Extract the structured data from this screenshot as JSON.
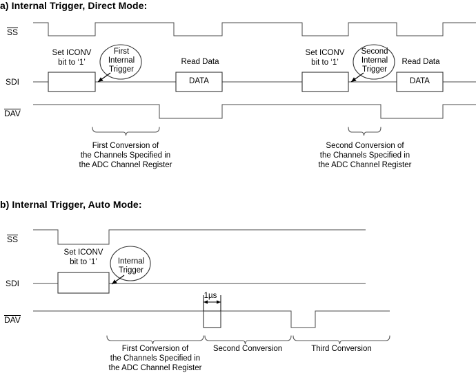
{
  "figure": {
    "background": "#ffffff",
    "line_color": "#000000",
    "trace_color": "#555555"
  },
  "sections": [
    {
      "id": "a",
      "title": "a) Internal Trigger, Direct Mode:",
      "signals": [
        {
          "name": "SS",
          "overline": true,
          "label": "SS"
        },
        {
          "name": "SDI",
          "overline": false,
          "label": "SDI"
        },
        {
          "name": "DAV",
          "overline": true,
          "label": "DAV"
        }
      ],
      "annotations": [
        {
          "name": "set-iconv-1",
          "line1": "Set ICONV",
          "line2": "bit to ‘1’"
        },
        {
          "name": "first-internal-trigger",
          "line1": "First",
          "line2": "Internal",
          "line3": "Trigger"
        },
        {
          "name": "read-data-1",
          "text": "Read Data"
        },
        {
          "name": "set-iconv-2",
          "line1": "Set ICONV",
          "line2": "bit to ‘1’"
        },
        {
          "name": "second-internal-trigger",
          "line1": "Second",
          "line2": "Internal",
          "line3": "Trigger"
        },
        {
          "name": "read-data-2",
          "text": "Read Data"
        }
      ],
      "data_boxes": [
        {
          "name": "sdi-data-box-1",
          "text": "DATA"
        },
        {
          "name": "sdi-data-box-2",
          "text": "DATA"
        }
      ],
      "brace_captions": [
        {
          "name": "first-conversion-caption",
          "lines": [
            "First Conversion of",
            "the Channels Specified in",
            "the ADC Channel Register"
          ]
        },
        {
          "name": "second-conversion-caption",
          "lines": [
            "Second Conversion of",
            "the Channels Specified in",
            "the ADC Channel Register"
          ]
        }
      ]
    },
    {
      "id": "b",
      "title": "b) Internal Trigger, Auto Mode:",
      "signals": [
        {
          "name": "SS",
          "overline": true,
          "label": "SS"
        },
        {
          "name": "SDI",
          "overline": false,
          "label": "SDI"
        },
        {
          "name": "DAV",
          "overline": true,
          "label": "DAV"
        }
      ],
      "annotations": [
        {
          "name": "set-iconv-1",
          "line1": "Set ICONV",
          "line2": "bit to ‘1’"
        },
        {
          "name": "internal-trigger",
          "line1": "Internal",
          "line2": "Trigger"
        }
      ],
      "measurement": {
        "name": "pulse-width-dimension",
        "text": "1µs"
      },
      "brace_captions": [
        {
          "name": "first-conversion-caption",
          "lines": [
            "First Conversion of",
            "the Channels Specified in",
            "the ADC Channel Register"
          ]
        },
        {
          "name": "second-conversion-caption",
          "lines": [
            "Second Conversion"
          ]
        },
        {
          "name": "third-conversion-caption",
          "lines": [
            "Third Conversion"
          ]
        }
      ]
    }
  ],
  "chart_data": {
    "type": "timing-diagram",
    "title": "Internal Trigger Timing Diagrams",
    "panels": [
      {
        "id": "a",
        "title": "a) Internal Trigger, Direct Mode:",
        "x_range": [
          48,
          690
        ],
        "waveforms": [
          {
            "name": "SS",
            "active_low": true,
            "baseline_y": 52,
            "high_y": 33,
            "segments": [
              {
                "level": "high",
                "x0": 48,
                "x1": 70
              },
              {
                "level": "low",
                "x0": 70,
                "x1": 138
              },
              {
                "level": "high",
                "x0": 138,
                "x1": 252
              },
              {
                "level": "low",
                "x0": 252,
                "x1": 322
              },
              {
                "level": "high",
                "x0": 322,
                "x1": 438
              },
              {
                "level": "low",
                "x0": 438,
                "x1": 505
              },
              {
                "level": "high",
                "x0": 505,
                "x1": 575
              },
              {
                "level": "low",
                "x0": 575,
                "x1": 642
              },
              {
                "level": "high",
                "x0": 642,
                "x1": 690
              }
            ]
          },
          {
            "name": "SDI",
            "active_low": false,
            "baseline_y": 119,
            "pulse_top_y": 105,
            "pulse_bottom_y": 133,
            "boxes": [
              {
                "x0": 70,
                "x1": 138,
                "label": ""
              },
              {
                "x0": 255,
                "x1": 322,
                "label": "DATA"
              },
              {
                "x0": 438,
                "x1": 505,
                "label": ""
              },
              {
                "x0": 575,
                "x1": 642,
                "label": "DATA"
              }
            ]
          },
          {
            "name": "DAV",
            "active_low": true,
            "baseline_y": 152,
            "low_y": 172,
            "segments": [
              {
                "level": "high",
                "x0": 48,
                "x1": 231
              },
              {
                "level": "low",
                "x0": 231,
                "x1": 322
              },
              {
                "level": "high",
                "x0": 322,
                "x1": 552
              },
              {
                "level": "low",
                "x0": 552,
                "x1": 642
              },
              {
                "level": "high",
                "x0": 642,
                "x1": 690
              }
            ]
          }
        ],
        "braces": [
          {
            "x0": 134,
            "x1": 231,
            "y": 184,
            "caption": "First Conversion of / the Channels Specified in / the ADC Channel Register"
          },
          {
            "x0": 505,
            "x1": 552,
            "y": 184,
            "caption": "Second Conversion of / the Channels Specified in / the ADC Channel Register"
          }
        ]
      },
      {
        "id": "b",
        "title": "b) Internal Trigger, Auto Mode:",
        "x_range": [
          48,
          690
        ],
        "waveforms": [
          {
            "name": "SS",
            "active_low": true,
            "baseline_y": 334,
            "high_y": 334,
            "segments": [
              {
                "level": "high",
                "x0": 48,
                "x1": 84
              },
              {
                "level": "low",
                "x0": 84,
                "x1": 158
              },
              {
                "level": "high",
                "x0": 158,
                "x1": 530
              }
            ]
          },
          {
            "name": "SDI",
            "active_low": false,
            "baseline_y": 412,
            "pulse_top_y": 396,
            "pulse_bottom_y": 426,
            "boxes": [
              {
                "x0": 84,
                "x1": 158,
                "label": ""
              }
            ],
            "line_end": 530
          },
          {
            "name": "DAV",
            "active_low": true,
            "baseline_y": 452,
            "low_y": 476,
            "segments": [
              {
                "level": "high",
                "x0": 48,
                "x1": 295
              },
              {
                "level": "low",
                "x0": 295,
                "x1": 320
              },
              {
                "level": "high",
                "x0": 320,
                "x1": 422
              },
              {
                "level": "low",
                "x0": 422,
                "x1": 457
              },
              {
                "level": "high",
                "x0": 457,
                "x1": 565
              }
            ]
          }
        ],
        "measurement": {
          "label": "1µs",
          "x0": 295,
          "x1": 320,
          "y": 444
        },
        "braces": [
          {
            "x0": 155,
            "x1": 295,
            "y": 487,
            "caption": "First Conversion of / the Channels Specified in / the ADC Channel Register"
          },
          {
            "x0": 297,
            "x1": 422,
            "y": 487,
            "caption": "Second Conversion"
          },
          {
            "x0": 425,
            "x1": 565,
            "y": 487,
            "caption": "Third Conversion"
          }
        ]
      }
    ]
  }
}
